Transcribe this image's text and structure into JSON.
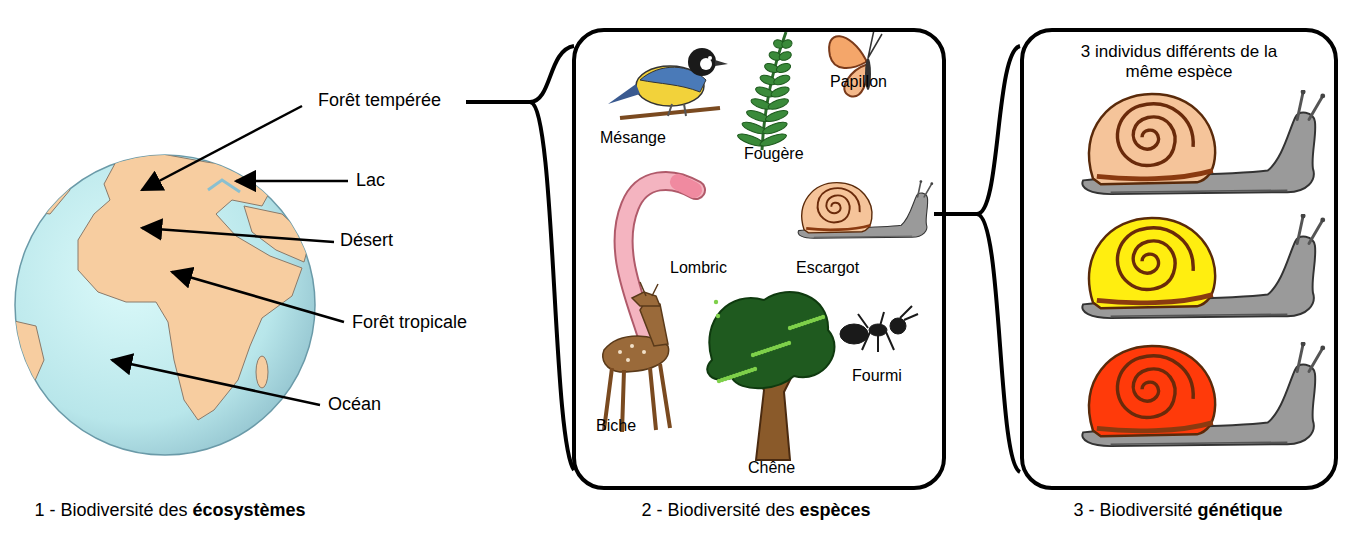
{
  "diagram": {
    "nodes": [
      {
        "text": [
          "Mésange",
          "Fougère",
          "Papillon",
          "Lombric",
          "Escargot",
          "Biche",
          "Chêne",
          "Fourmi"
        ]
      },
      {
        "text": [
          "3 individus différents de la même espèce"
        ]
      }
    ],
    "edges": [
      {
        "from": 0,
        "to": 1,
        "arrow": "none"
      }
    ],
    "labels": [
      "Forêt tempérée",
      "Lac",
      "Désert",
      "Forêt tropicale",
      "Océan",
      "1 - Biodiversité des",
      "écosystèmes",
      "2 - Biodiversité des",
      "espèces",
      "3 - Biodiversité",
      "génétique"
    ]
  }
}
